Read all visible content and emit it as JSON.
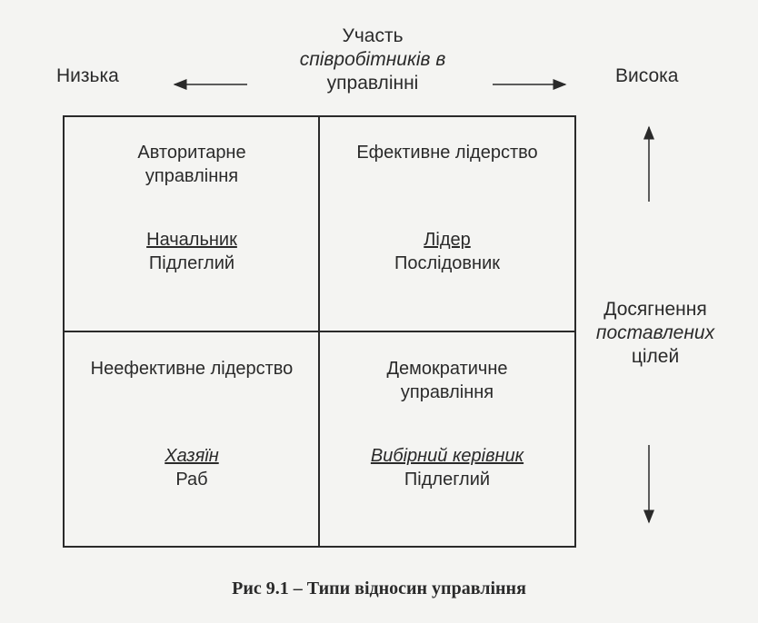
{
  "top_axis": {
    "title_line1": "Участь",
    "title_line2": "співробітників в",
    "title_line3": "управлінні",
    "low": "Низька",
    "high": "Висока"
  },
  "side_axis": {
    "line1": "Досягнення",
    "line2": "поставлених",
    "line3": "цілей"
  },
  "quadrants": {
    "top_left": {
      "title1": "Авторитарне",
      "title2": "управління",
      "role1": "Начальник",
      "role2": "Підлеглий"
    },
    "top_right": {
      "title1": "Ефективне лідерство",
      "role1": "Лідер",
      "role2": "Послідовник"
    },
    "bottom_left": {
      "title1": "Неефективне лідерство",
      "role1": "Хазяїн",
      "role2": "Раб"
    },
    "bottom_right": {
      "title1": "Демократичне",
      "title2": "управління",
      "role1": "Вибірний керівник",
      "role2": "Підлеглий"
    }
  },
  "caption": "Рис 9.1 – Типи відносин управління"
}
